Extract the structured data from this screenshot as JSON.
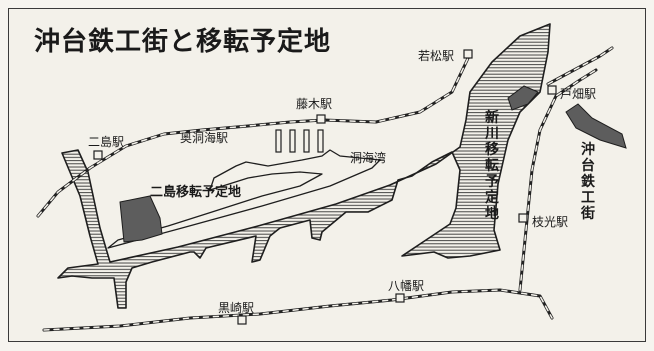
{
  "title": "沖台鉄工街と移転予定地",
  "stations": {
    "wakamatsu": "若松駅",
    "fujinoki": "藤木駅",
    "okudokai": "奥洞海駅",
    "futajima": "二島駅",
    "tobata": "戸畑駅",
    "edamitsu": "枝光駅",
    "yahata": "八幡駅",
    "kurosaki": "黒崎駅"
  },
  "places": {
    "dokai_bay": "洞海湾",
    "futajima_site": "二島移転予定地",
    "shinkawa_site": [
      "新",
      "川",
      "移",
      "転",
      "予",
      "定",
      "地"
    ],
    "okidai_district": [
      "沖",
      "台",
      "鉄",
      "工",
      "街"
    ]
  },
  "colors": {
    "ink": "#1a1a1a",
    "paper": "#f3f1ea",
    "site_fill": "#5d5d5d"
  }
}
